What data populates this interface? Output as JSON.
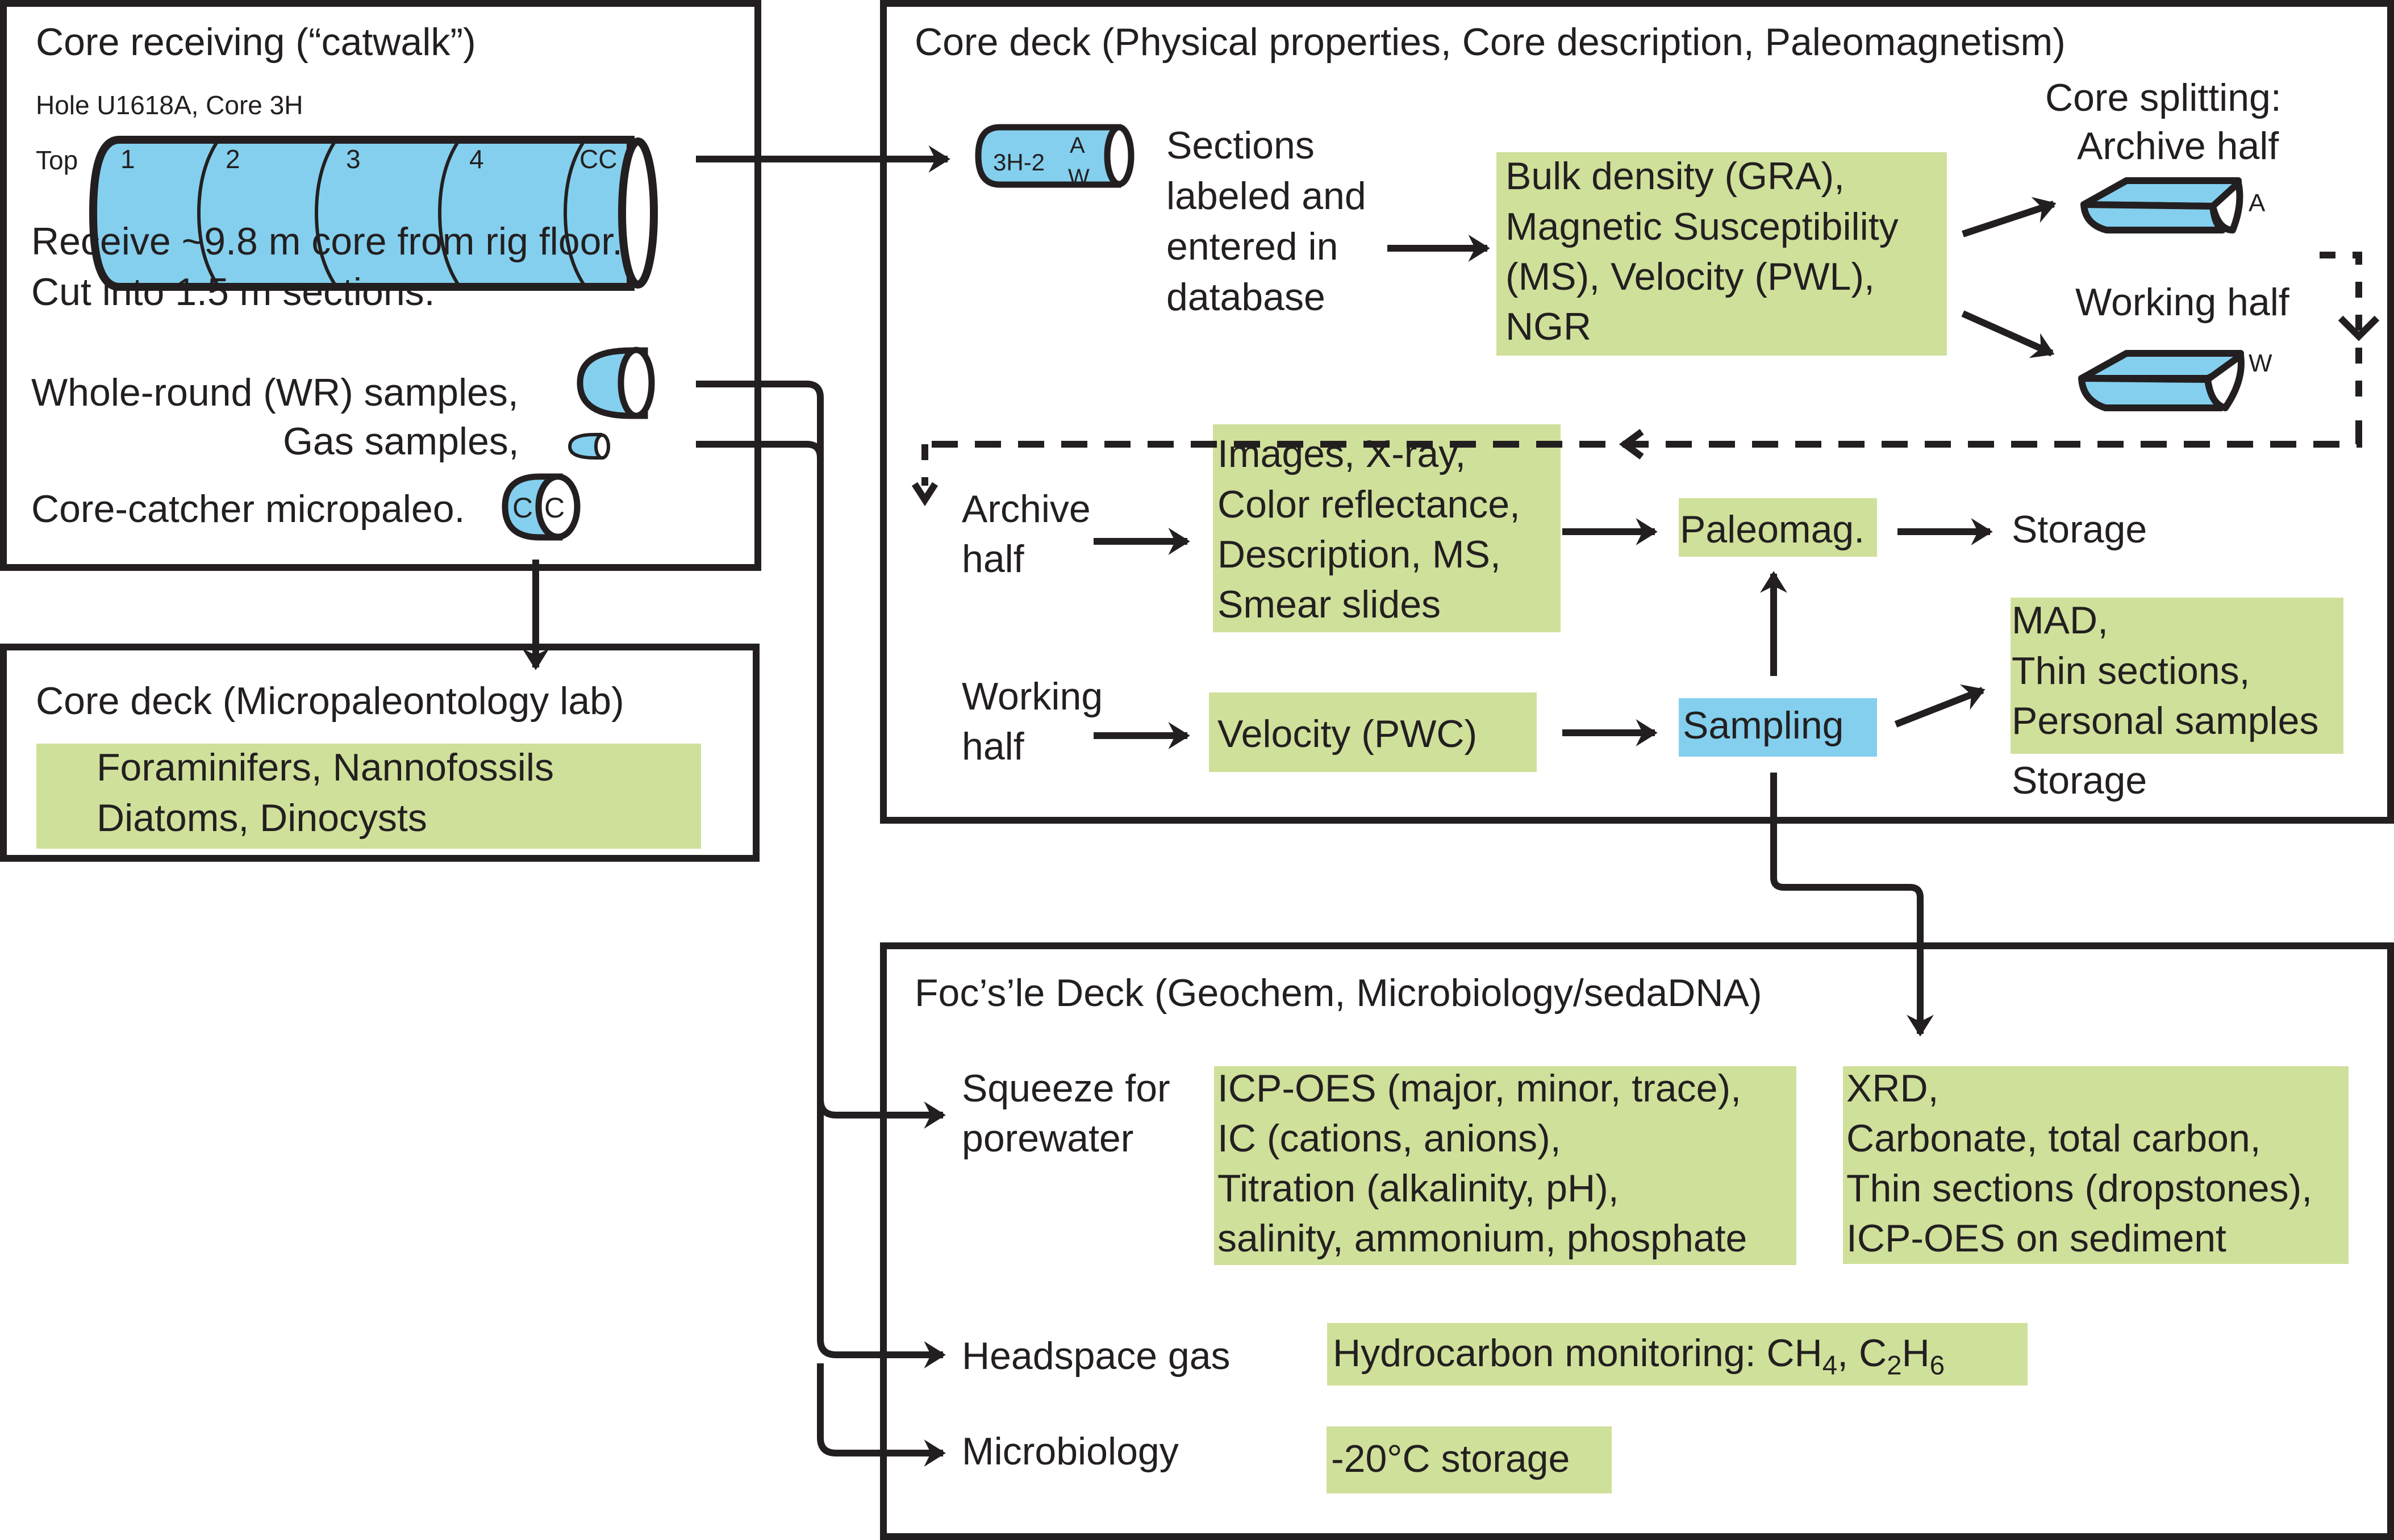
{
  "colors": {
    "ink": "#231f20",
    "blue": "#84cfee",
    "green": "#cfe09a"
  },
  "catwalk": {
    "title": "Core receiving (“catwalk”)",
    "hole_label": "Hole U1618A, Core 3H",
    "top_label": "Top",
    "sections": [
      "1",
      "2",
      "3",
      "4",
      "CC"
    ],
    "receive_text": [
      "Receive ~9.8 m core from rig floor.",
      "Cut into 1.5 m sections."
    ],
    "wr_label": "Whole-round (WR) samples,",
    "gas_label": "Gas samples,",
    "cc_label": "Core-catcher micropaleo.",
    "cc_icon_text": [
      "C",
      "C"
    ]
  },
  "micropaleo": {
    "title": "Core deck (Micropaleontology lab)",
    "analyses": [
      "Foraminifers, Nannofossils",
      "Diatoms, Dinocysts"
    ]
  },
  "coredeck": {
    "title": "Core deck (Physical properties, Core description, Paleomagnetism)",
    "section_icon": {
      "label": "3H-2",
      "a": "A",
      "w": "W"
    },
    "sections_text": [
      "Sections",
      "labeled and",
      "entered in",
      "database"
    ],
    "whole_round_measurements": [
      "Bulk density (GRA),",
      "Magnetic Susceptibility",
      "(MS), Velocity (PWL),",
      "NGR"
    ],
    "splitting_title": [
      "Core splitting:",
      "Archive half"
    ],
    "archive_letter": "A",
    "working_half_label": "Working half",
    "working_letter": "W",
    "archive_half": [
      "Archive",
      "half"
    ],
    "archive_measurements": [
      "Images, X-ray,",
      "Color reflectance,",
      "Description, MS,",
      "Smear slides"
    ],
    "paleomag": "Paleomag.",
    "storage_1": "Storage",
    "working_half": [
      "Working",
      "half"
    ],
    "velocity_pwc": "Velocity (PWC)",
    "sampling": "Sampling",
    "sample_types": [
      "MAD,",
      "Thin sections,",
      "Personal samples"
    ],
    "storage_2": "Storage"
  },
  "focsle": {
    "title": "Foc’s’le Deck (Geochem, Microbiology/sedaDNA)",
    "squeeze_label": [
      "Squeeze for",
      "porewater"
    ],
    "porewater_analyses": [
      "ICP-OES (major, minor, trace),",
      "IC (cations, anions),",
      "Titration (alkalinity, pH),",
      "salinity, ammonium, phosphate"
    ],
    "sediment_analyses": [
      "XRD,",
      "Carbonate, total carbon,",
      "Thin sections (dropstones),",
      "ICP-OES on sediment"
    ],
    "headspace_label": "Headspace gas",
    "hydrocarbon_text": "Hydrocarbon monitoring: CH",
    "hydrocarbon_sub1": "4",
    "hydrocarbon_mid": ", C",
    "hydrocarbon_sub2": "2",
    "hydrocarbon_h": "H",
    "hydrocarbon_sub3": "6",
    "microbiology_label": "Microbiology",
    "storage_text": "-20°C storage"
  }
}
